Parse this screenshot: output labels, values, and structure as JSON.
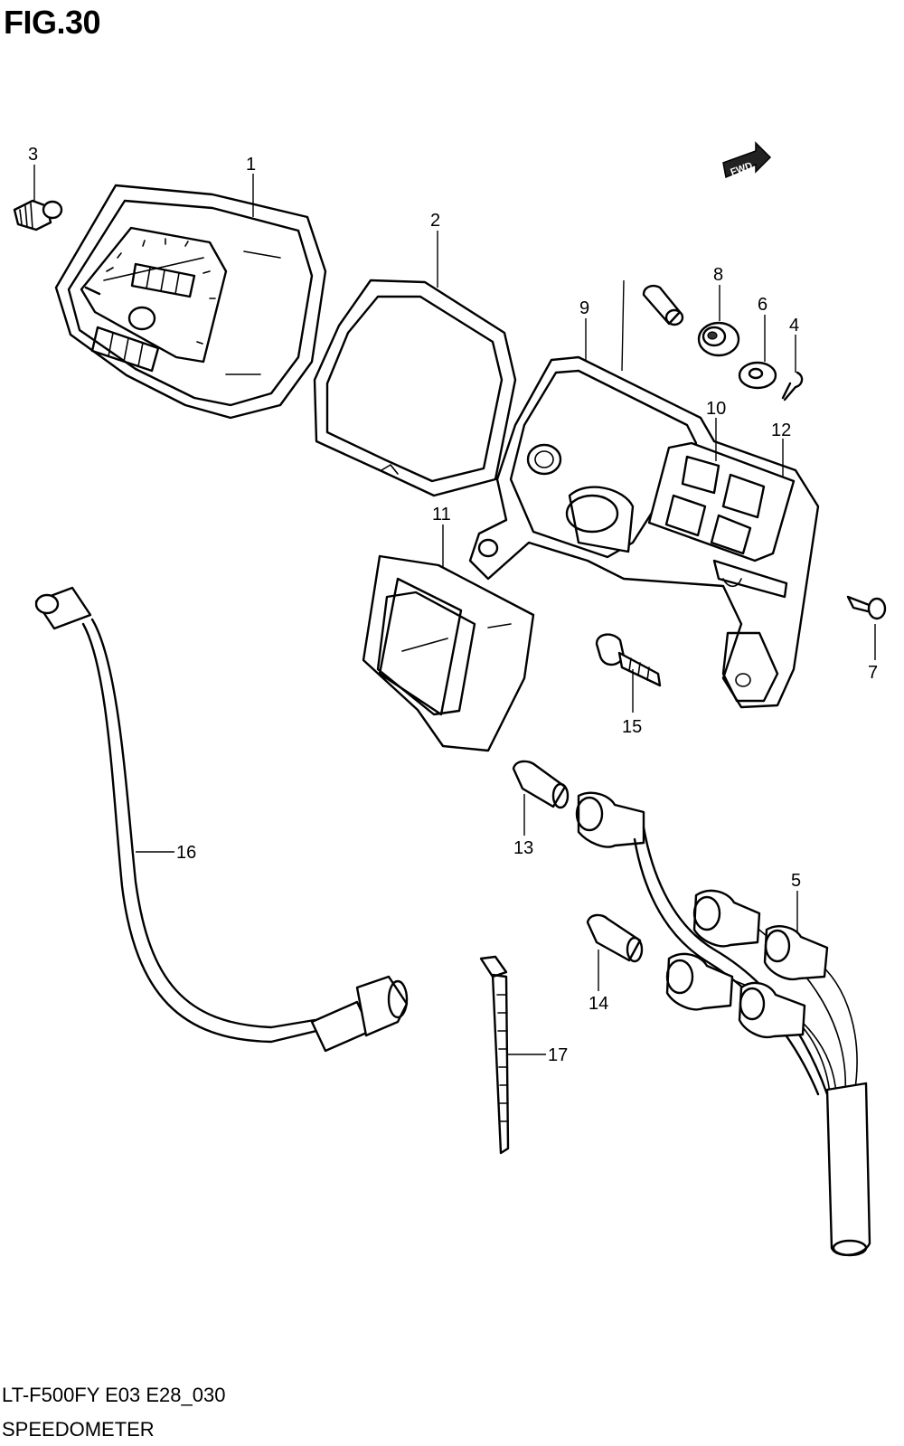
{
  "figure": {
    "title": "FIG.30",
    "model_code": "LT-F500FY E03 E28_030",
    "section_name": "SPEEDOMETER",
    "fwd_label": "FWD"
  },
  "callouts": [
    {
      "id": "1",
      "label": "1"
    },
    {
      "id": "2",
      "label": "2"
    },
    {
      "id": "3",
      "label": "3"
    },
    {
      "id": "4",
      "label": "4"
    },
    {
      "id": "5",
      "label": "5"
    },
    {
      "id": "6",
      "label": "6"
    },
    {
      "id": "7",
      "label": "7"
    },
    {
      "id": "8",
      "label": "8"
    },
    {
      "id": "9",
      "label": "9"
    },
    {
      "id": "10",
      "label": "10"
    },
    {
      "id": "11",
      "label": "11"
    },
    {
      "id": "12",
      "label": "12"
    },
    {
      "id": "13",
      "label": "13"
    },
    {
      "id": "14",
      "label": "14"
    },
    {
      "id": "15",
      "label": "15"
    },
    {
      "id": "16",
      "label": "16"
    },
    {
      "id": "17",
      "label": "17"
    }
  ]
}
